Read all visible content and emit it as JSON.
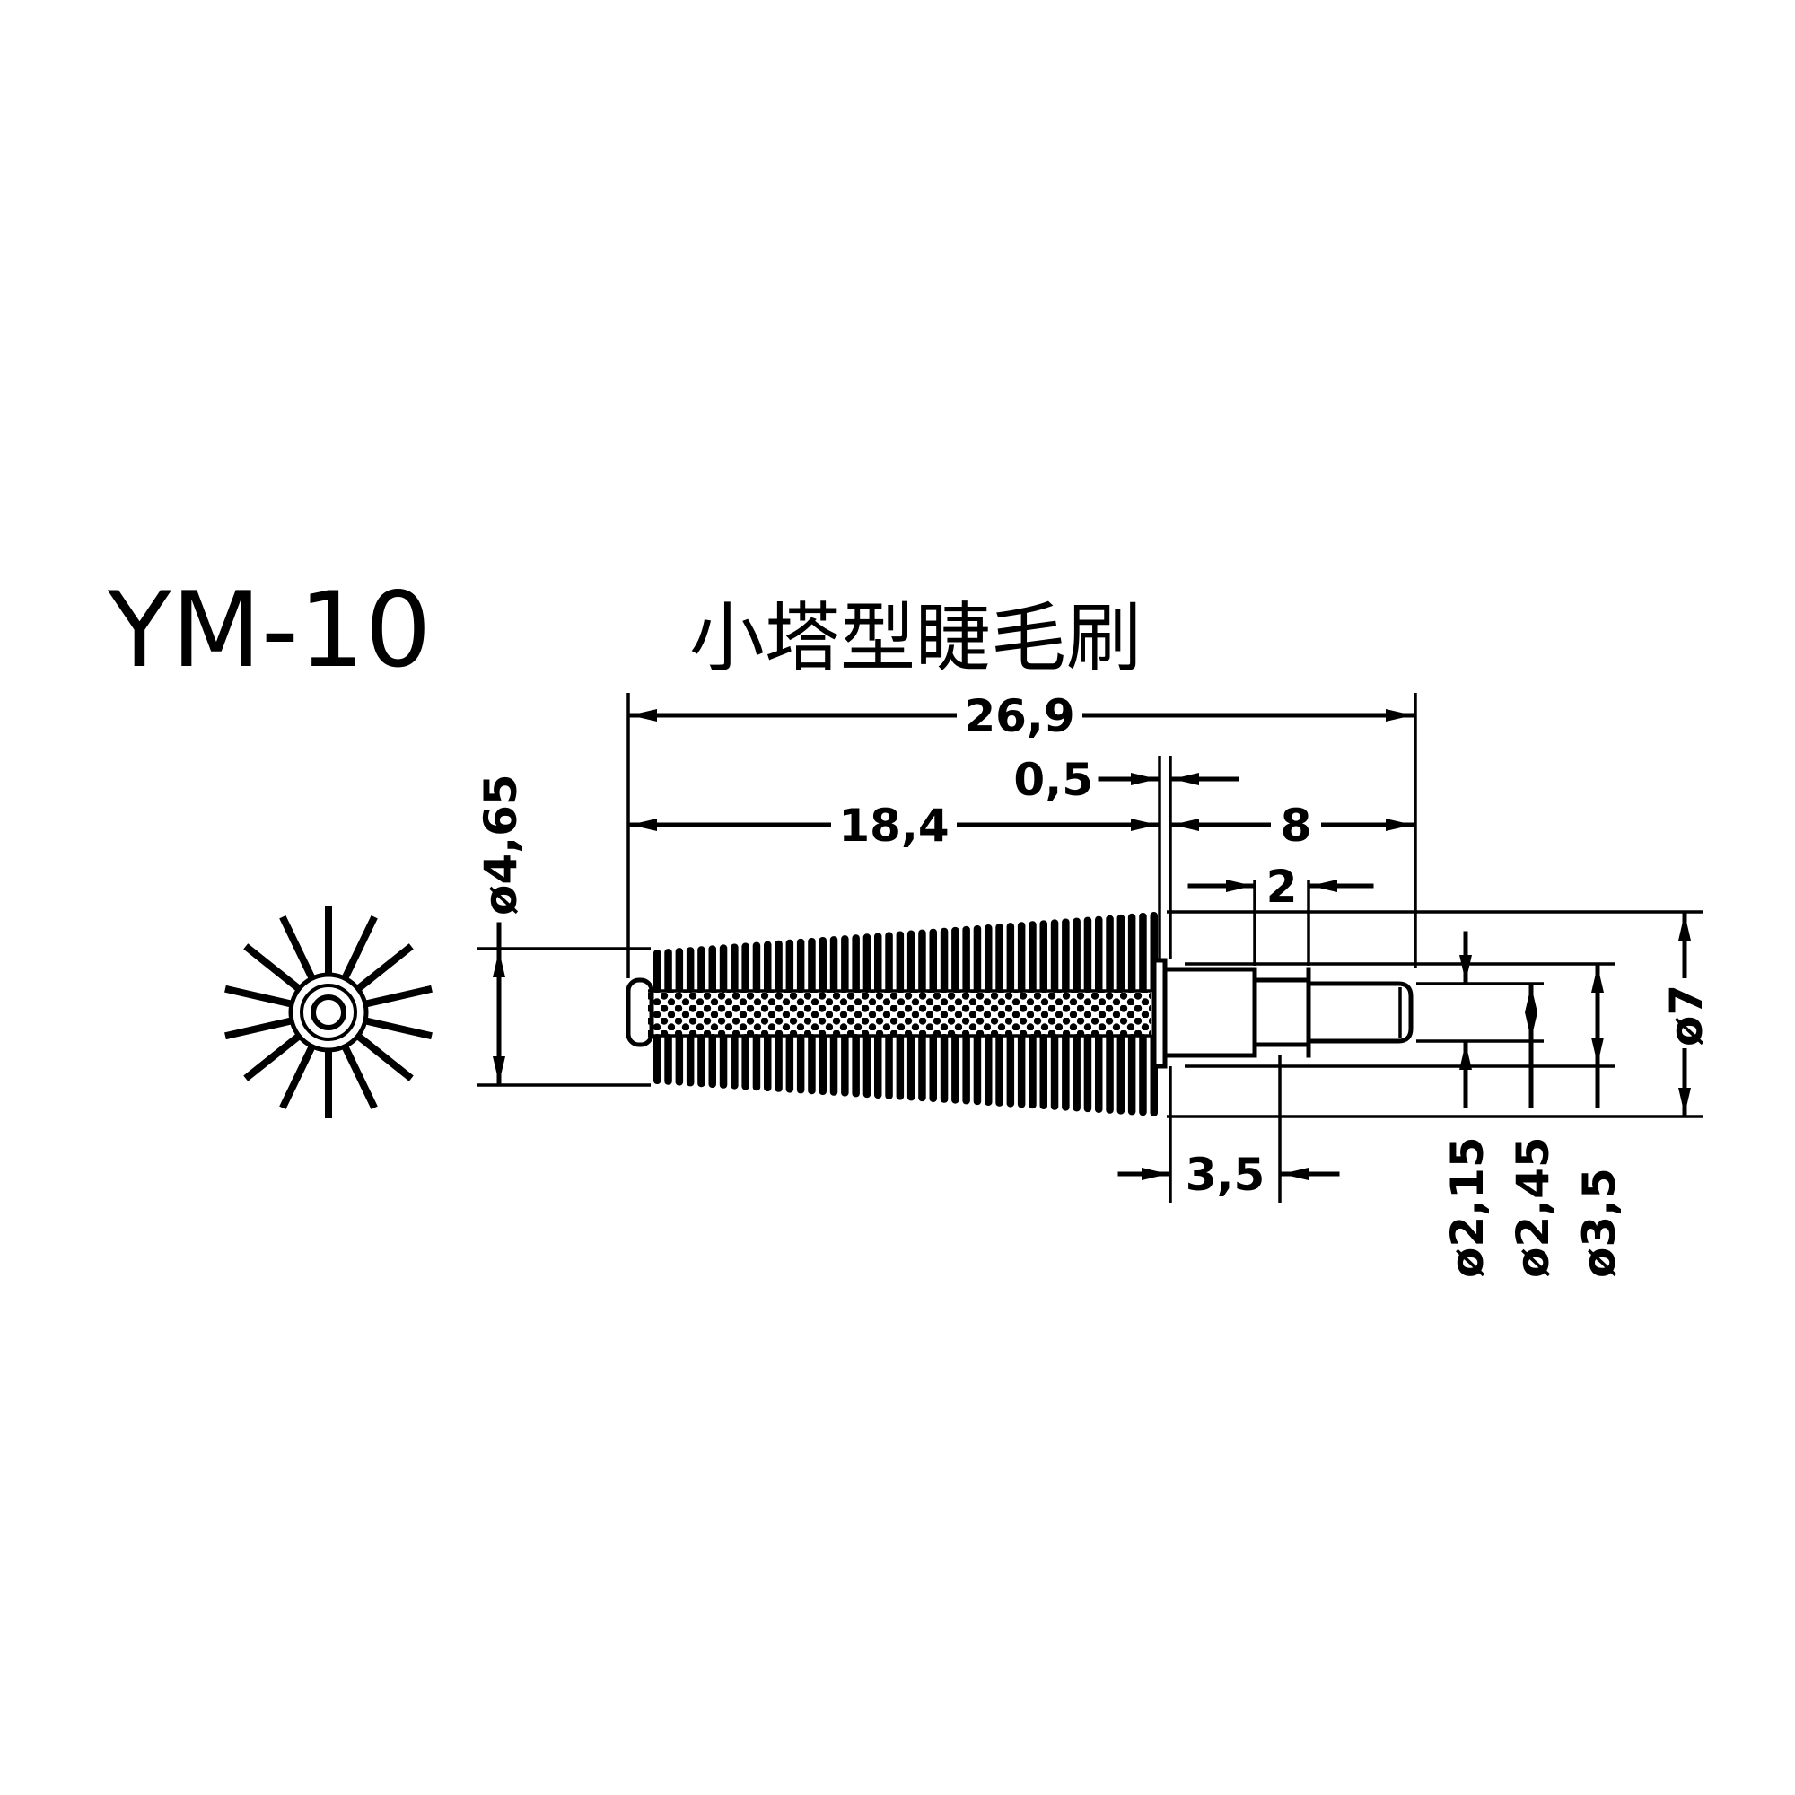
{
  "model_code": "YM-10",
  "product_name": "小塔型睫毛刷",
  "dimensions": {
    "overall_length": "26,9",
    "bristle_length": "18,4",
    "collar_width": "0,5",
    "handle_length": "8",
    "groove_width": "2",
    "step_length": "3,5",
    "bristle_tip_dia": "ø4,65",
    "bristle_base_dia": "ø7",
    "core_dia_a": "ø2,15",
    "core_dia_b": "ø2,45",
    "core_dia_c": "ø3,5"
  },
  "end_view": {
    "bristle_spokes": 14
  }
}
